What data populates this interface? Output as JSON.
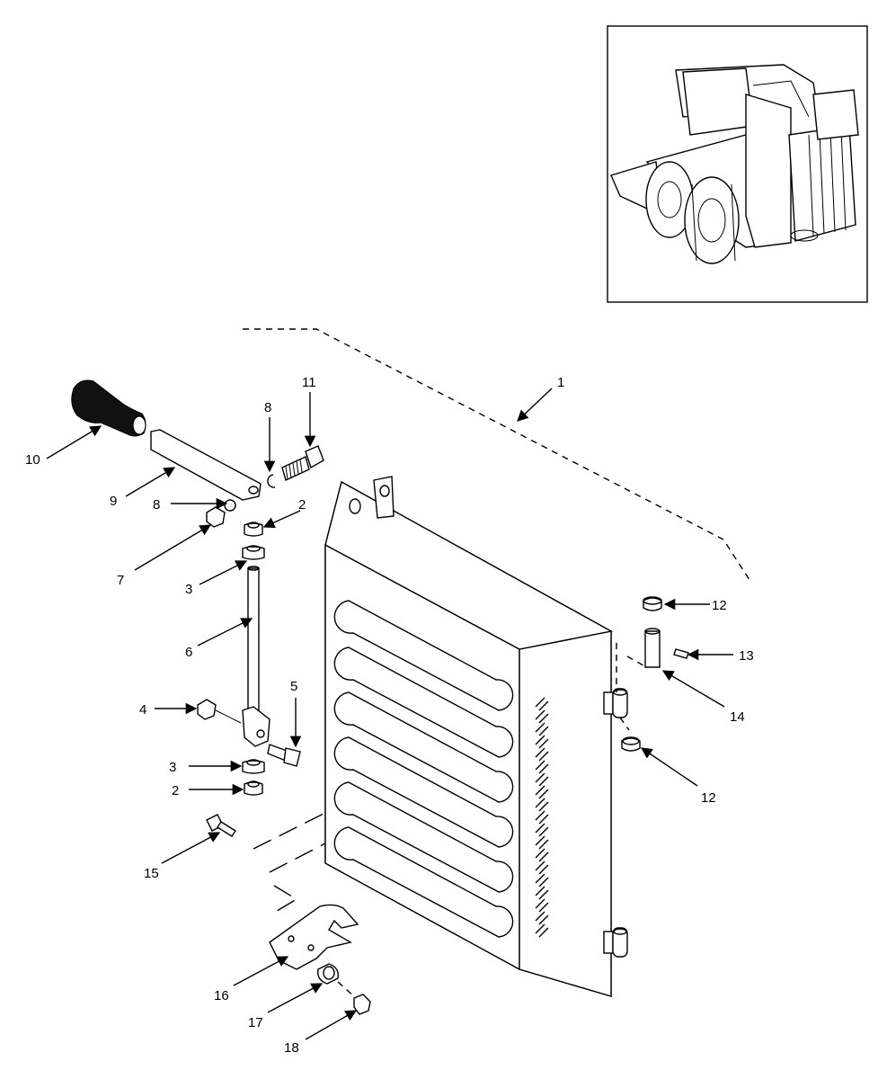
{
  "callouts": [
    {
      "id": "c1",
      "label": "1"
    },
    {
      "id": "c2a",
      "label": "2"
    },
    {
      "id": "c2b",
      "label": "2"
    },
    {
      "id": "c3a",
      "label": "3"
    },
    {
      "id": "c3b",
      "label": "3"
    },
    {
      "id": "c4",
      "label": "4"
    },
    {
      "id": "c5",
      "label": "5"
    },
    {
      "id": "c6",
      "label": "6"
    },
    {
      "id": "c7",
      "label": "7"
    },
    {
      "id": "c8a",
      "label": "8"
    },
    {
      "id": "c8b",
      "label": "8"
    },
    {
      "id": "c9",
      "label": "9"
    },
    {
      "id": "c10",
      "label": "10"
    },
    {
      "id": "c11",
      "label": "11"
    },
    {
      "id": "c12a",
      "label": "12"
    },
    {
      "id": "c12b",
      "label": "12"
    },
    {
      "id": "c13",
      "label": "13"
    },
    {
      "id": "c14",
      "label": "14"
    },
    {
      "id": "c15",
      "label": "15"
    },
    {
      "id": "c16",
      "label": "16"
    },
    {
      "id": "c17",
      "label": "17"
    },
    {
      "id": "c18",
      "label": "18"
    }
  ]
}
